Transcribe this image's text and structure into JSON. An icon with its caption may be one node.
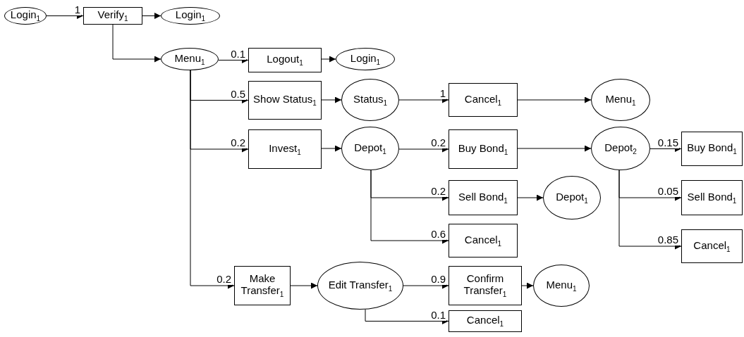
{
  "diagram": {
    "nodes": [
      {
        "text": [
          "Login$_{1}$"
        ]
      },
      {
        "text": [
          "Verify$_{1}$"
        ]
      },
      {
        "text": [
          "Login$_{1}$"
        ]
      },
      {
        "text": [
          "Menu$_{1}$"
        ]
      },
      {
        "text": [
          "Logout$_{1}$"
        ]
      },
      {
        "text": [
          "Login$_{1}$"
        ]
      },
      {
        "text": [
          "Show Status$_{1}$"
        ]
      },
      {
        "text": [
          "Status$_{1}$"
        ]
      },
      {
        "text": [
          "Cancel$_{1}$"
        ]
      },
      {
        "text": [
          "Menu$_{1}$"
        ]
      },
      {
        "text": [
          "Invest$_{1}$"
        ]
      },
      {
        "text": [
          "Depot$_{1}$"
        ]
      },
      {
        "text": [
          "Buy Bond$_{1}$"
        ]
      },
      {
        "text": [
          "Depot$_{2}$"
        ]
      },
      {
        "text": [
          "Buy Bond$_{1}$"
        ]
      },
      {
        "text": [
          "Sell Bond$_{1}$"
        ]
      },
      {
        "text": [
          "Depot$_{1}$"
        ]
      },
      {
        "text": [
          "Cancel$_{1}$"
        ]
      },
      {
        "text": [
          "Sell Bond$_{1}$"
        ]
      },
      {
        "text": [
          "Cancel$_{1}$"
        ]
      },
      {
        "text": [
          "Make Transfer$_{1}$"
        ]
      },
      {
        "text": [
          "Edit Transfer$_{1}$"
        ]
      },
      {
        "text": [
          "Confirm Transfer$_{1}$"
        ]
      },
      {
        "text": [
          "Menu$_{1}$"
        ]
      },
      {
        "text": [
          "Cancel$_{1}$"
        ]
      }
    ],
    "edges": [
      {
        "from": 0,
        "to": 1,
        "arrow": "to",
        "label": "1"
      },
      {
        "from": 1,
        "to": 2,
        "arrow": "to"
      },
      {
        "from": 1,
        "to": 3,
        "arrow": "to"
      },
      {
        "from": 3,
        "to": 4,
        "arrow": "to",
        "label": "0.1"
      },
      {
        "from": 4,
        "to": 5,
        "arrow": "to"
      },
      {
        "from": 3,
        "to": 6,
        "arrow": "to",
        "label": "0.5"
      },
      {
        "from": 3,
        "to": 10,
        "arrow": "to",
        "label": "0.2"
      },
      {
        "from": 3,
        "to": 20,
        "arrow": "to",
        "label": "0.2"
      },
      {
        "from": 6,
        "to": 7,
        "arrow": "to"
      },
      {
        "from": 7,
        "to": 8,
        "arrow": "to",
        "label": "1"
      },
      {
        "from": 8,
        "to": 9,
        "arrow": "to"
      },
      {
        "from": 10,
        "to": 11,
        "arrow": "to"
      },
      {
        "from": 11,
        "to": 12,
        "arrow": "to",
        "label": "0.2"
      },
      {
        "from": 11,
        "to": 15,
        "arrow": "to",
        "label": "0.2"
      },
      {
        "from": 11,
        "to": 17,
        "arrow": "to",
        "label": "0.6"
      },
      {
        "from": 12,
        "to": 13,
        "arrow": "to"
      },
      {
        "from": 13,
        "to": 14,
        "arrow": "to",
        "label": "0.15"
      },
      {
        "from": 13,
        "to": 18,
        "arrow": "to",
        "label": "0.05"
      },
      {
        "from": 13,
        "to": 19,
        "arrow": "to",
        "label": "0.85"
      },
      {
        "from": 15,
        "to": 16,
        "arrow": "to"
      },
      {
        "from": 20,
        "to": 21,
        "arrow": "to"
      },
      {
        "from": 21,
        "to": 22,
        "arrow": "to",
        "label": "0.9"
      },
      {
        "from": 21,
        "to": 24,
        "arrow": "to",
        "label": "0.1"
      },
      {
        "from": 22,
        "to": 23,
        "arrow": "to"
      }
    ]
  }
}
